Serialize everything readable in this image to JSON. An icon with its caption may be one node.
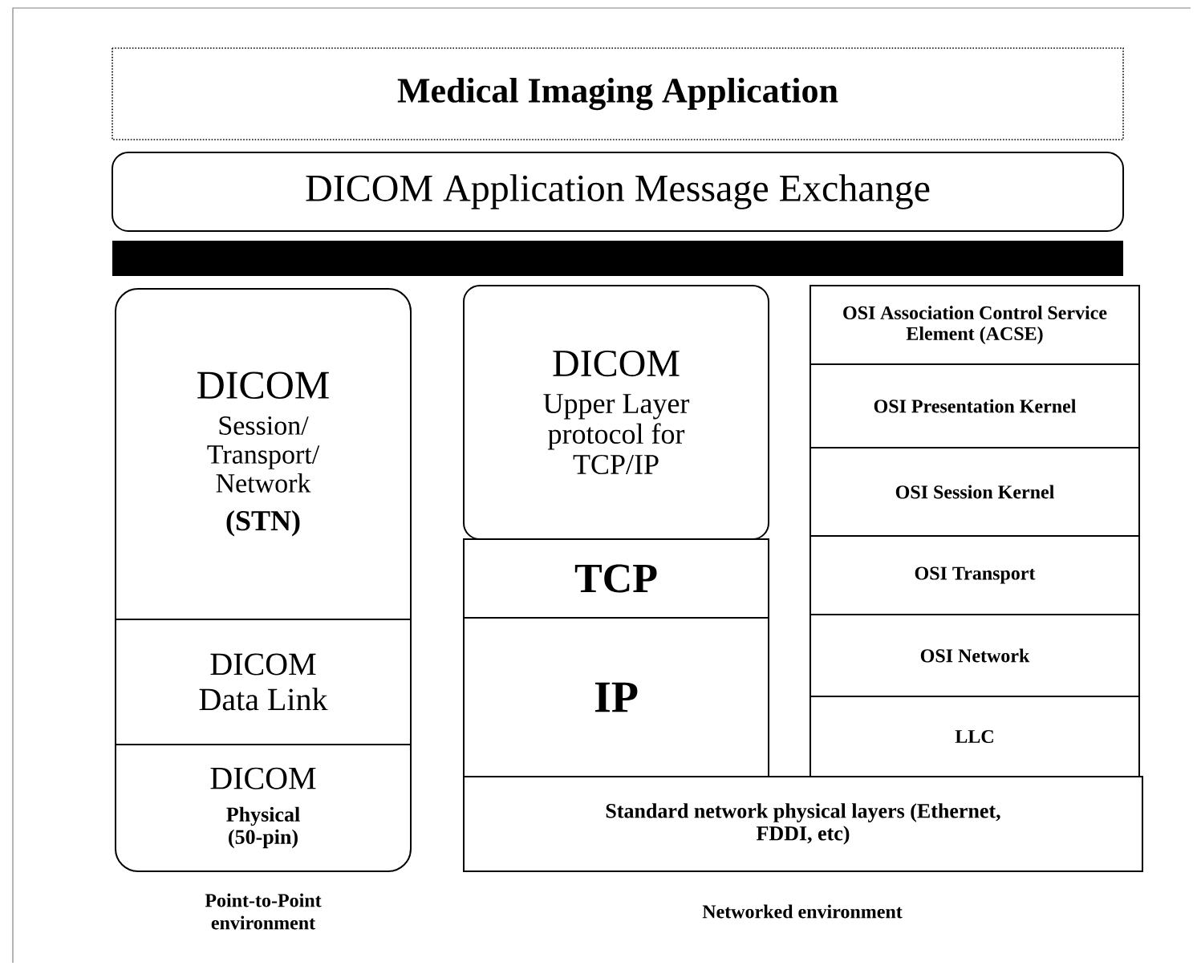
{
  "diagram": {
    "nodes": [
      {
        "text": [
          "Medical Imaging Application"
        ]
      },
      {
        "text": [
          "DICOM Application Message Exchange"
        ]
      },
      {
        "text": [],
        "shape": "bar"
      },
      {
        "text": [
          "DICOM",
          "Session/ Transport/ Network",
          "(STN)"
        ]
      },
      {
        "text": [
          "DICOM Data Link"
        ]
      },
      {
        "text": [
          "DICOM",
          "Physical (50-pin)"
        ]
      },
      {
        "text": [
          "DICOM",
          "Upper Layer protocol for TCP/IP"
        ]
      },
      {
        "text": [
          "TCP"
        ]
      },
      {
        "text": [
          "IP"
        ]
      },
      {
        "text": [
          "OSI Association Control Service Element (ACSE)"
        ]
      },
      {
        "text": [
          "OSI Presentation Kernel"
        ]
      },
      {
        "text": [
          "OSI Session Kernel"
        ]
      },
      {
        "text": [
          "OSI Transport"
        ]
      },
      {
        "text": [
          "OSI Network"
        ]
      },
      {
        "text": [
          "LLC"
        ]
      },
      {
        "text": [
          "Standard network physical layers (Ethernet, FDDI, etc)"
        ]
      }
    ],
    "labels": [
      "Point-to-Point environment",
      "Networked environment"
    ]
  }
}
